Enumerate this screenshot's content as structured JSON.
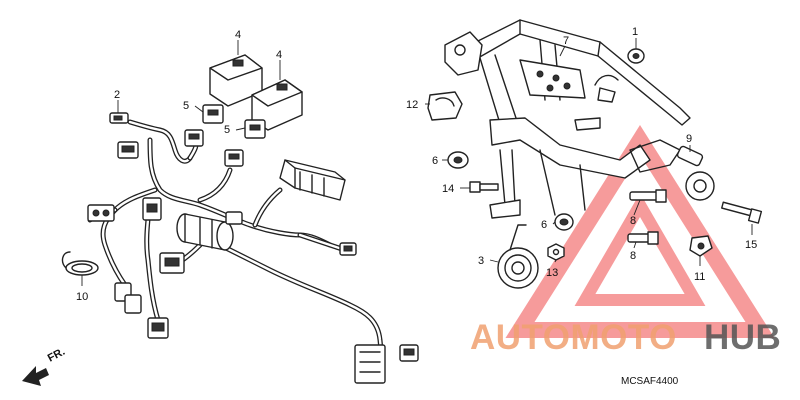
{
  "diagram": {
    "diagram_code": "MCSAF4400",
    "front_indicator": "FR.",
    "callouts": [
      {
        "id": "c1",
        "text": "1"
      },
      {
        "id": "c2",
        "text": "2"
      },
      {
        "id": "c3",
        "text": "3"
      },
      {
        "id": "c4a",
        "text": "4"
      },
      {
        "id": "c4b",
        "text": "4"
      },
      {
        "id": "c5a",
        "text": "5"
      },
      {
        "id": "c5b",
        "text": "5"
      },
      {
        "id": "c6a",
        "text": "6"
      },
      {
        "id": "c6b",
        "text": "6"
      },
      {
        "id": "c7",
        "text": "7"
      },
      {
        "id": "c8a",
        "text": "8"
      },
      {
        "id": "c8b",
        "text": "8"
      },
      {
        "id": "c9",
        "text": "9"
      },
      {
        "id": "c10",
        "text": "10"
      },
      {
        "id": "c11",
        "text": "11"
      },
      {
        "id": "c12",
        "text": "12"
      },
      {
        "id": "c13",
        "text": "13"
      },
      {
        "id": "c14",
        "text": "14"
      },
      {
        "id": "c15",
        "text": "15"
      }
    ]
  },
  "watermark": {
    "word_1": "AUTOMOTO",
    "word_2": "HUB",
    "color_primary": "#f0a070",
    "color_secondary": "#555555",
    "triangle_color": "#f04a4a"
  }
}
